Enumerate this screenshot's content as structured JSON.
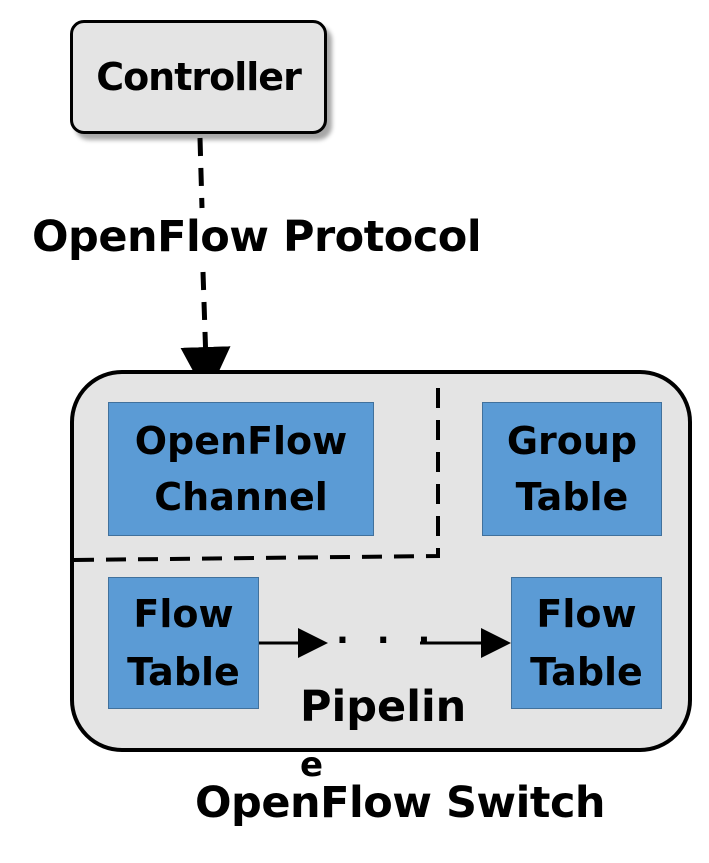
{
  "controller": {
    "label": "Controller"
  },
  "protocol": {
    "label": "OpenFlow Protocol"
  },
  "switch": {
    "label": "OpenFlow Switch",
    "channel": {
      "line1": "OpenFlow",
      "line2": "Channel"
    },
    "group_table": {
      "line1": "Group",
      "line2": "Table"
    },
    "flow_table_first": {
      "line1": "Flow",
      "line2": "Table"
    },
    "flow_table_last": {
      "line1": "Flow",
      "line2": "Table"
    },
    "ellipsis": ". . .",
    "pipeline": {
      "line1": "Pipelin",
      "line2": "e"
    }
  },
  "colors": {
    "box_fill": "#5b9bd5",
    "container_fill": "#e4e4e4",
    "stroke": "#000000"
  }
}
